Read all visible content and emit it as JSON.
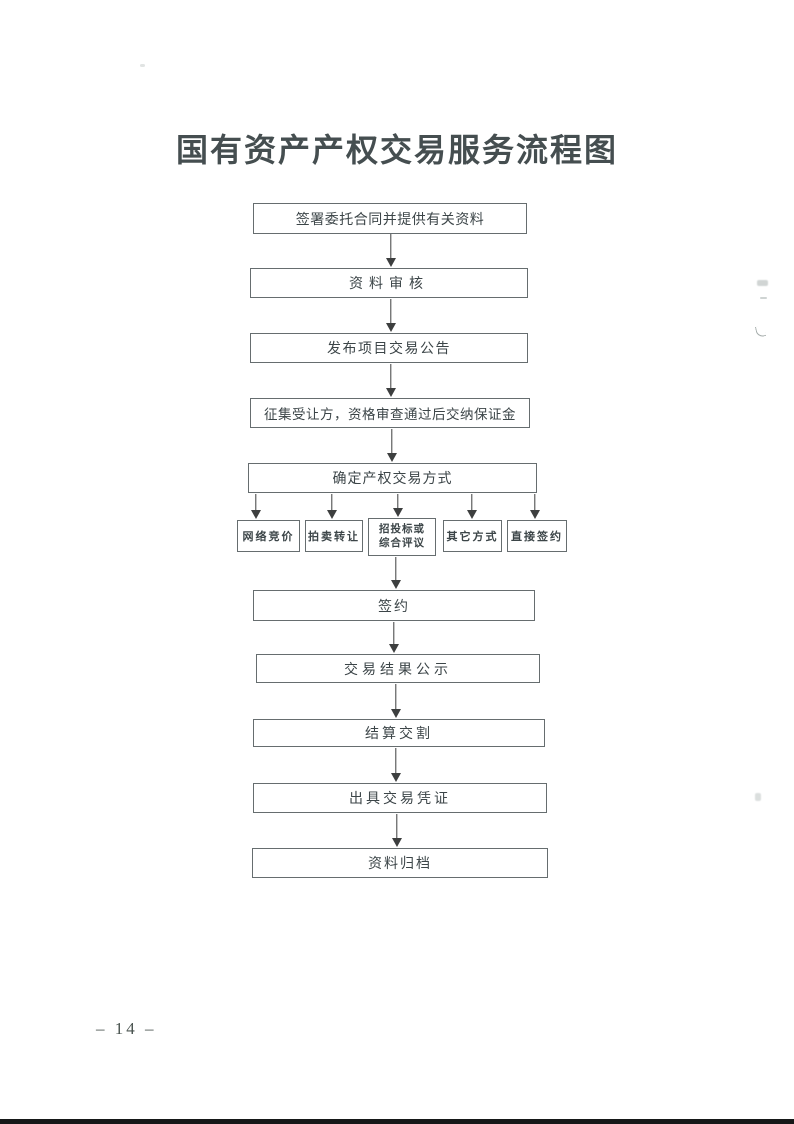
{
  "document": {
    "title": "国有资产产权交易服务流程图",
    "page_number": "– 14 –"
  },
  "flowchart": {
    "steps_top": [
      {
        "label": "签署委托合同并提供有关资料"
      },
      {
        "label": "资料审核"
      },
      {
        "label": "发布项目交易公告"
      },
      {
        "label": "征集受让方，资格审查通过后交纳保证金"
      },
      {
        "label": "确定产权交易方式"
      }
    ],
    "methods": [
      {
        "label": "网络竞价"
      },
      {
        "label": "拍卖转让"
      },
      {
        "label": "招投标或综合评议",
        "line1": "招投标或",
        "line2": "综合评议"
      },
      {
        "label": "其它方式"
      },
      {
        "label": "直接签约"
      }
    ],
    "steps_bottom": [
      {
        "label": "签约"
      },
      {
        "label": "交易结果公示"
      },
      {
        "label": "结算交割"
      },
      {
        "label": "出具交易凭证"
      },
      {
        "label": "资料归档"
      }
    ]
  },
  "colors": {
    "ink": "#3c4548",
    "box_border": "#666d6f",
    "arrow": "#3d3f3f",
    "page_background": "#ffffff",
    "bottom_scan_edge": "#161818"
  }
}
